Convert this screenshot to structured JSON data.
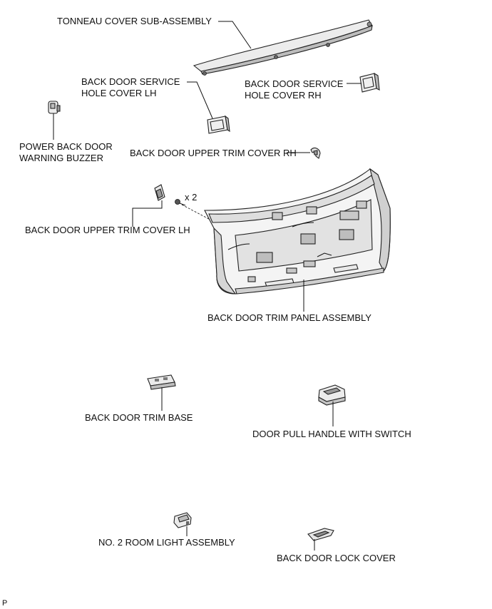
{
  "labels": {
    "tonneau": "TONNEAU COVER SUB-ASSEMBLY",
    "service_lh_1": "BACK DOOR SERVICE",
    "service_lh_2": "HOLE COVER LH",
    "service_rh_1": "BACK DOOR SERVICE",
    "service_rh_2": "HOLE COVER RH",
    "buzzer_1": "POWER BACK DOOR",
    "buzzer_2": "WARNING BUZZER",
    "upper_rh": "BACK DOOR UPPER TRIM COVER RH",
    "quantity": "x 2",
    "upper_lh": "BACK DOOR UPPER TRIM COVER LH",
    "trim_panel": "BACK DOOR TRIM PANEL ASSEMBLY",
    "trim_base": "BACK DOOR TRIM BASE",
    "pull_handle": "DOOR PULL HANDLE WITH SWITCH",
    "room_light": "NO. 2 ROOM LIGHT ASSEMBLY",
    "lock_cover": "BACK DOOR LOCK COVER",
    "corner": "P"
  },
  "colors": {
    "line": "#111111",
    "part_fill": "#f2f2f2",
    "part_shade": "#bdbdbd"
  }
}
